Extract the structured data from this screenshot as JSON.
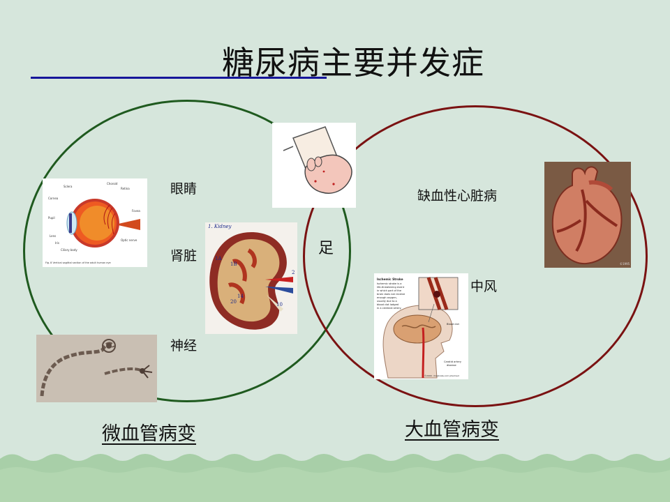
{
  "slide": {
    "title": "糖尿病主要并发症",
    "micro": {
      "group_label": "微血管病变",
      "items": [
        "眼睛",
        "肾脏",
        "神经"
      ]
    },
    "macro": {
      "group_label": "大血管病变",
      "items": [
        "缺血性心脏病",
        "中风"
      ]
    },
    "shared_label": "足"
  },
  "colors": {
    "background": "#d6e6dc",
    "title_rule": "#16169a",
    "micro_circle": "#1f5a1f",
    "macro_circle": "#7a1212",
    "wave": "#a8cfa8"
  },
  "images": {
    "eye": {
      "icon": "eye-anatomy-icon",
      "labels": [
        "Sclera",
        "Choroid",
        "Retina",
        "Cornea",
        "Fovea",
        "Pupil",
        "Lens",
        "Iris",
        "Optic nerve",
        "Ciliary body",
        "Fig. 8 Vertical sagittal section of the adult human eye"
      ]
    },
    "kidney": {
      "icon": "kidney-anatomy-icon",
      "labels": [
        "1. Kidney",
        "1A",
        "1B",
        "2",
        "10",
        "14",
        "20"
      ]
    },
    "nerve": {
      "icon": "nerve-cell-icon"
    },
    "foot": {
      "icon": "foot-icon"
    },
    "heart": {
      "icon": "heart-icon",
      "labels": [
        "©1995"
      ]
    },
    "stroke": {
      "icon": "brain-stroke-icon",
      "labels": [
        "Ischemic Stroke",
        "Ischemic stroke is a",
        "life-threatening event",
        "in which part of the",
        "brain does not receive",
        "enough oxygen,",
        "usually due to a",
        "blood clot lodged",
        "in a cerebral artery.",
        "Blood clot",
        "Carotid artery",
        "disease",
        "©2000 · Duplicate.com pharmed"
      ]
    }
  }
}
